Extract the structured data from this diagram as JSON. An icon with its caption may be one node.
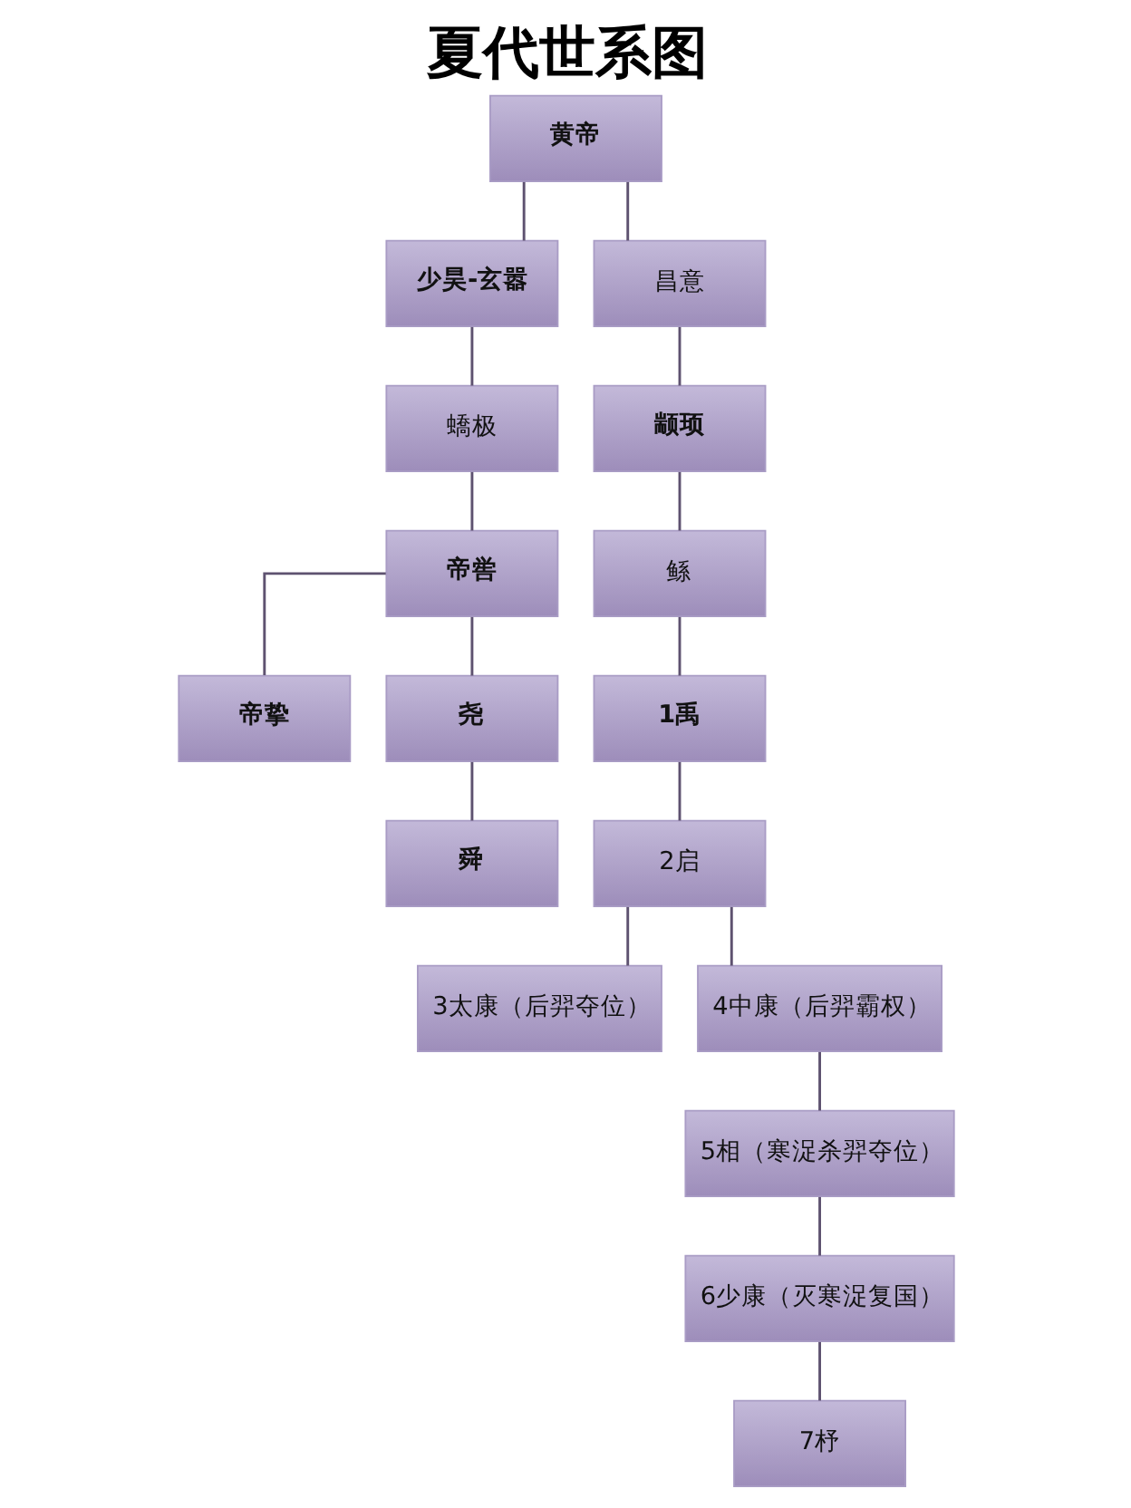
{
  "diagram": {
    "title": "夏代世系图",
    "nodes": [
      {
        "text": [
          "黄帝"
        ]
      },
      {
        "text": [
          "少昊-玄嚣"
        ]
      },
      {
        "text": [
          "昌意"
        ]
      },
      {
        "text": [
          "蟜极"
        ]
      },
      {
        "text": [
          "颛顼"
        ]
      },
      {
        "text": [
          "帝喾"
        ]
      },
      {
        "text": [
          "鲧"
        ]
      },
      {
        "text": [
          "帝挚"
        ]
      },
      {
        "text": [
          "尧"
        ]
      },
      {
        "text": [
          "1禹"
        ]
      },
      {
        "text": [
          "舜"
        ]
      },
      {
        "text": [
          "2启"
        ]
      },
      {
        "text": [
          "3太康（后羿夺位）"
        ]
      },
      {
        "text": [
          "4中康（后羿霸权）"
        ]
      },
      {
        "text": [
          "5相（寒浞杀羿夺位）"
        ]
      },
      {
        "text": [
          "6少康（灭寒浞复国）"
        ]
      },
      {
        "text": [
          "7杼"
        ]
      }
    ],
    "edges": [
      {
        "from": 0,
        "to": 1,
        "arrow": "none"
      },
      {
        "from": 0,
        "to": 2,
        "arrow": "none"
      },
      {
        "from": 1,
        "to": 3,
        "arrow": "none"
      },
      {
        "from": 2,
        "to": 4,
        "arrow": "none"
      },
      {
        "from": 3,
        "to": 5,
        "arrow": "none"
      },
      {
        "from": 4,
        "to": 6,
        "arrow": "none"
      },
      {
        "from": 5,
        "to": 7,
        "arrow": "none"
      },
      {
        "from": 5,
        "to": 8,
        "arrow": "none"
      },
      {
        "from": 6,
        "to": 9,
        "arrow": "none"
      },
      {
        "from": 8,
        "to": 10,
        "arrow": "none"
      },
      {
        "from": 9,
        "to": 11,
        "arrow": "none"
      },
      {
        "from": 11,
        "to": 12,
        "arrow": "none"
      },
      {
        "from": 11,
        "to": 13,
        "arrow": "none"
      },
      {
        "from": 13,
        "to": 14,
        "arrow": "none"
      },
      {
        "from": 14,
        "to": 15,
        "arrow": "none"
      },
      {
        "from": 15,
        "to": 16,
        "arrow": "none"
      }
    ]
  }
}
